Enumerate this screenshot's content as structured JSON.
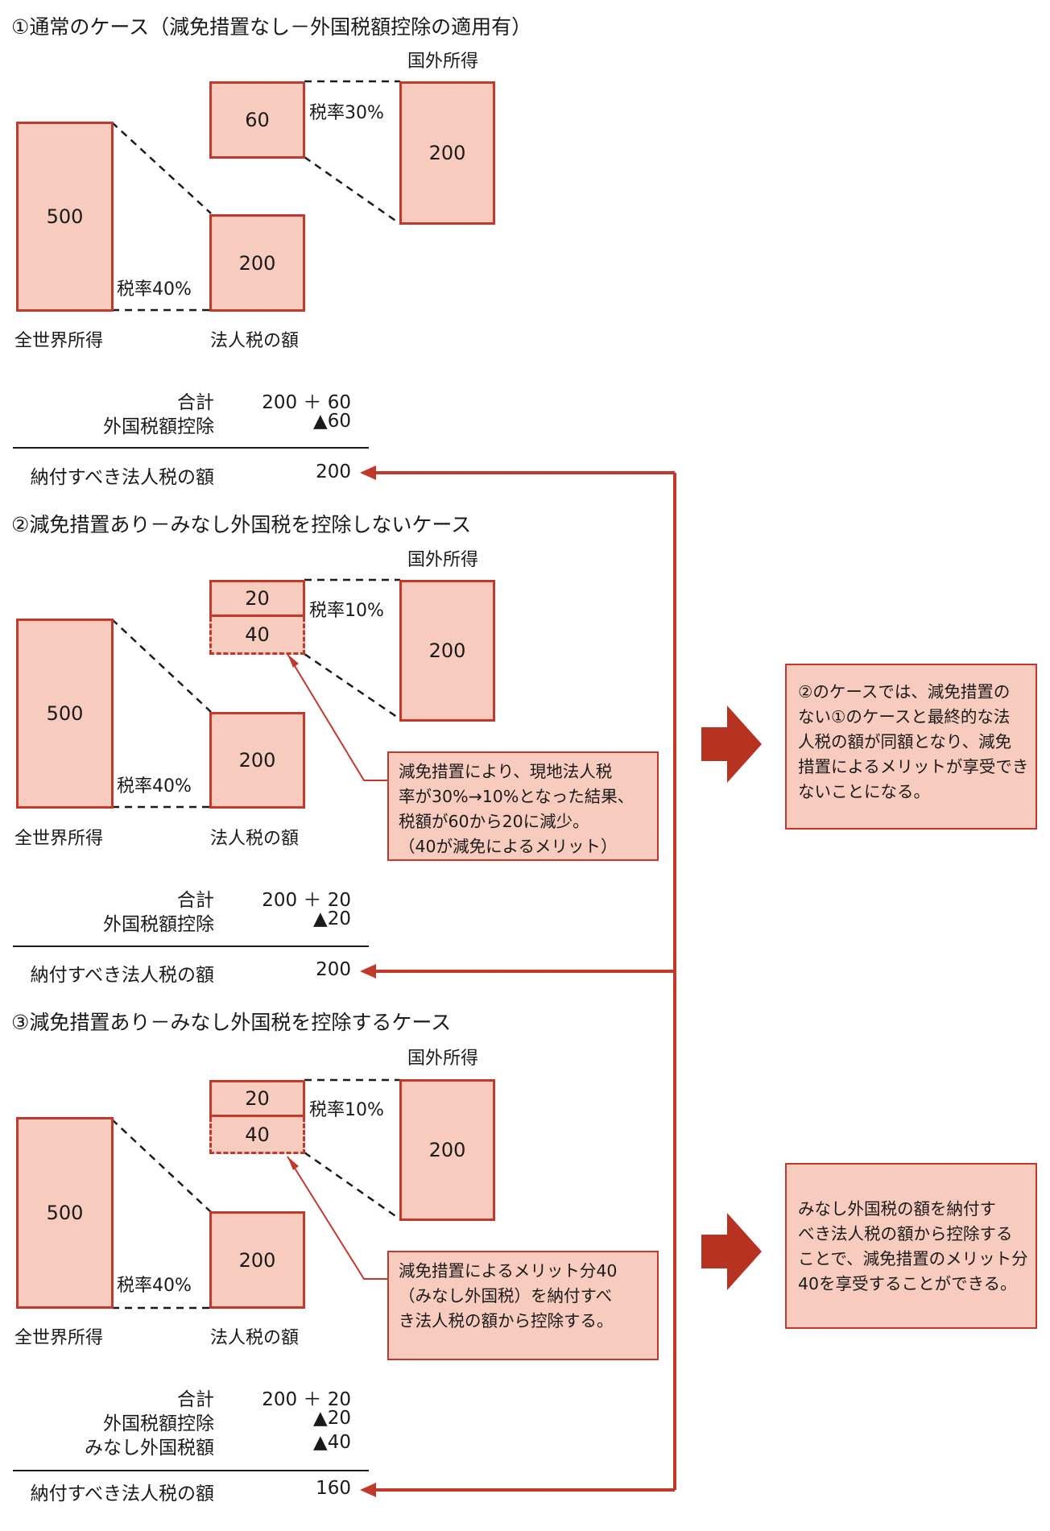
{
  "sections": [
    {
      "title": "①通常のケース（減免措置なし－外国税額控除の適用有）",
      "foreign_income_label": "国外所得",
      "world_income": "500",
      "world_income_label": "全世界所得",
      "corp_tax": "200",
      "corp_tax_label": "法人税の額",
      "foreign_tax_top": "60",
      "foreign_tax_bottom": "",
      "foreign_income": "200",
      "rate_foreign": "税率30%",
      "rate_domestic": "税率40%",
      "summary": [
        {
          "label": "合計",
          "value": "200 ＋ 60"
        },
        {
          "label": "外国税額控除",
          "value": "▲60"
        }
      ],
      "result_label": "納付すべき法人税の額",
      "result_value": "200"
    },
    {
      "title": "②減免措置あり－みなし外国税を控除しないケース",
      "foreign_income_label": "国外所得",
      "world_income": "500",
      "world_income_label": "全世界所得",
      "corp_tax": "200",
      "corp_tax_label": "法人税の額",
      "foreign_tax_top": "20",
      "foreign_tax_bottom": "40",
      "foreign_income": "200",
      "rate_foreign": "税率10%",
      "rate_domestic": "税率40%",
      "note": [
        "減免措置により、現地法人税",
        "率が30%→10%となった結果、",
        "税額が60から20に減少。",
        "（40が減免によるメリット）"
      ],
      "summary": [
        {
          "label": "合計",
          "value": "200 ＋ 20"
        },
        {
          "label": "外国税額控除",
          "value": "▲20"
        }
      ],
      "result_label": "納付すべき法人税の額",
      "result_value": "200"
    },
    {
      "title": "③減免措置あり－みなし外国税を控除するケース",
      "foreign_income_label": "国外所得",
      "world_income": "500",
      "world_income_label": "全世界所得",
      "corp_tax": "200",
      "corp_tax_label": "法人税の額",
      "foreign_tax_top": "20",
      "foreign_tax_bottom": "40",
      "foreign_income": "200",
      "rate_foreign": "税率10%",
      "rate_domestic": "税率40%",
      "note": [
        "減免措置によるメリット分40",
        "（みなし外国税）を納付すべ",
        "き法人税の額から控除する。"
      ],
      "summary": [
        {
          "label": "合計",
          "value": "200 ＋ 20"
        },
        {
          "label": "外国税額控除",
          "value": "▲20"
        },
        {
          "label": "みなし外国税額",
          "value": "▲40"
        }
      ],
      "result_label": "納付すべき法人税の額",
      "result_value": "160"
    }
  ],
  "conclusions": [
    [
      "②のケースでは、減免措置の",
      "ない①のケースと最終的な法",
      "人税の額が同額となり、減免",
      "措置によるメリットが享受でき",
      "ないことになる。"
    ],
    [
      "みなし外国税の額を納付す",
      "べき法人税の額から控除する",
      "ことで、減免措置のメリット分",
      "40を享受することができる。"
    ]
  ],
  "colors": {
    "accent": "#c0392b",
    "fill": "#f8cbbf",
    "arrow": "#b83222"
  }
}
